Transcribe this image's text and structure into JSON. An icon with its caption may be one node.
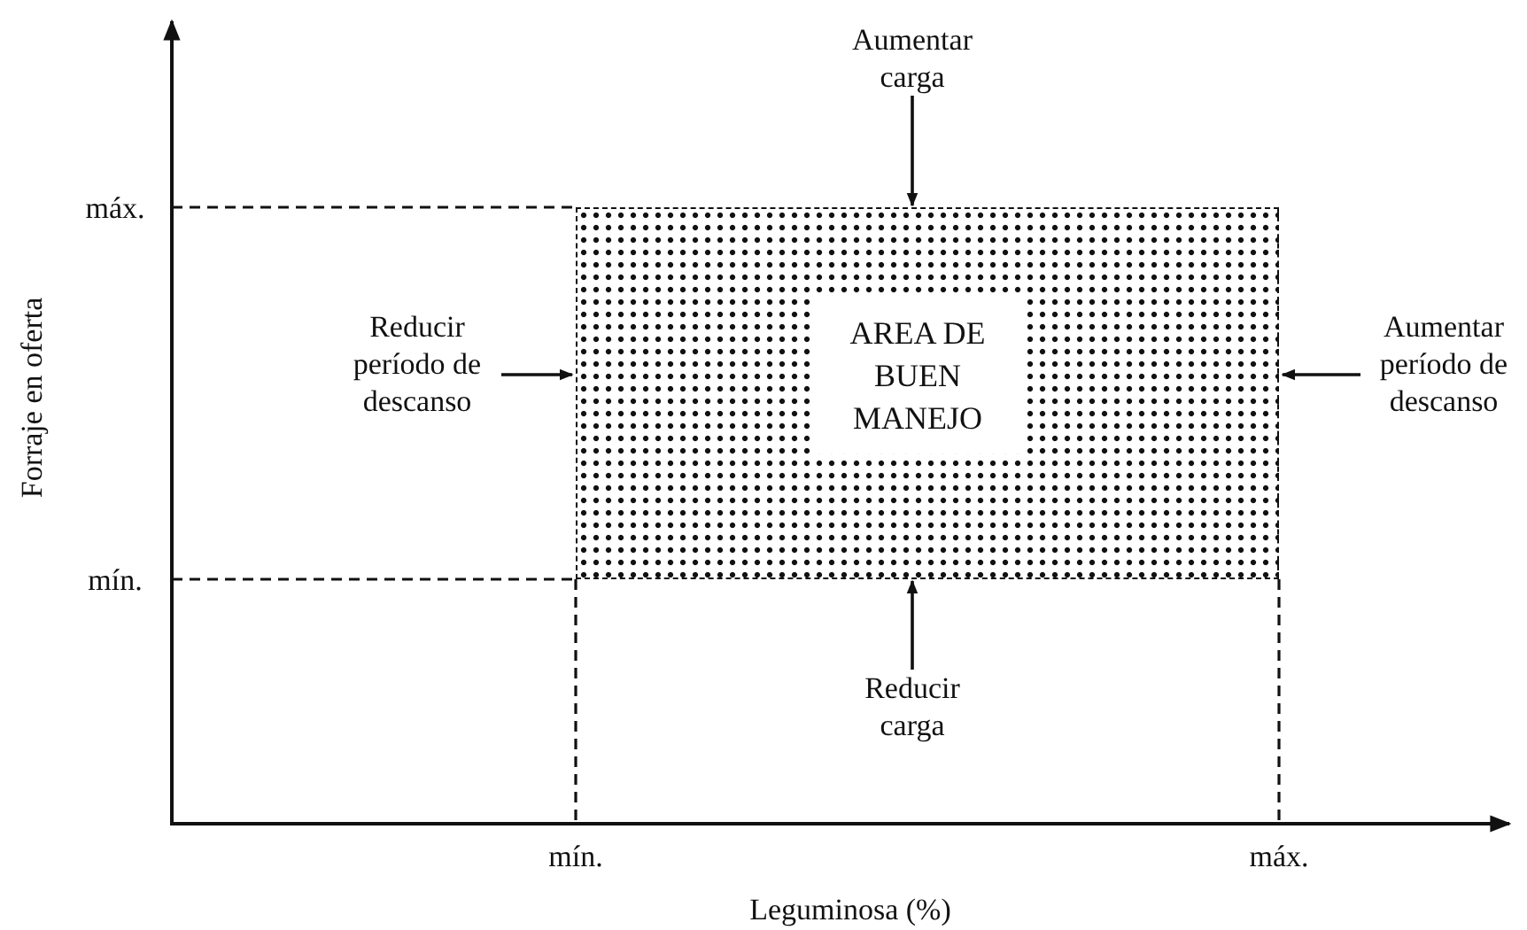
{
  "diagram": {
    "nodes": [
      {
        "text": [
          "AREA DE BUEN MANEJO"
        ]
      },
      {
        "text": [
          "Aumentar carga"
        ]
      },
      {
        "text": [
          "Reducir período de descanso"
        ]
      },
      {
        "text": [
          "Aumentar período de descanso"
        ]
      },
      {
        "text": [
          "Reducir carga"
        ]
      }
    ],
    "edges": [
      {
        "from": 1,
        "to": 0,
        "arrow": "to"
      },
      {
        "from": 2,
        "to": 0,
        "arrow": "to"
      },
      {
        "from": 3,
        "to": 0,
        "arrow": "to"
      },
      {
        "from": 4,
        "to": 0,
        "arrow": "to"
      }
    ],
    "labels": [
      "máx.",
      "mín.",
      "Forraje en oferta",
      "mín.",
      "máx.",
      "Leguminosa (%)"
    ]
  }
}
